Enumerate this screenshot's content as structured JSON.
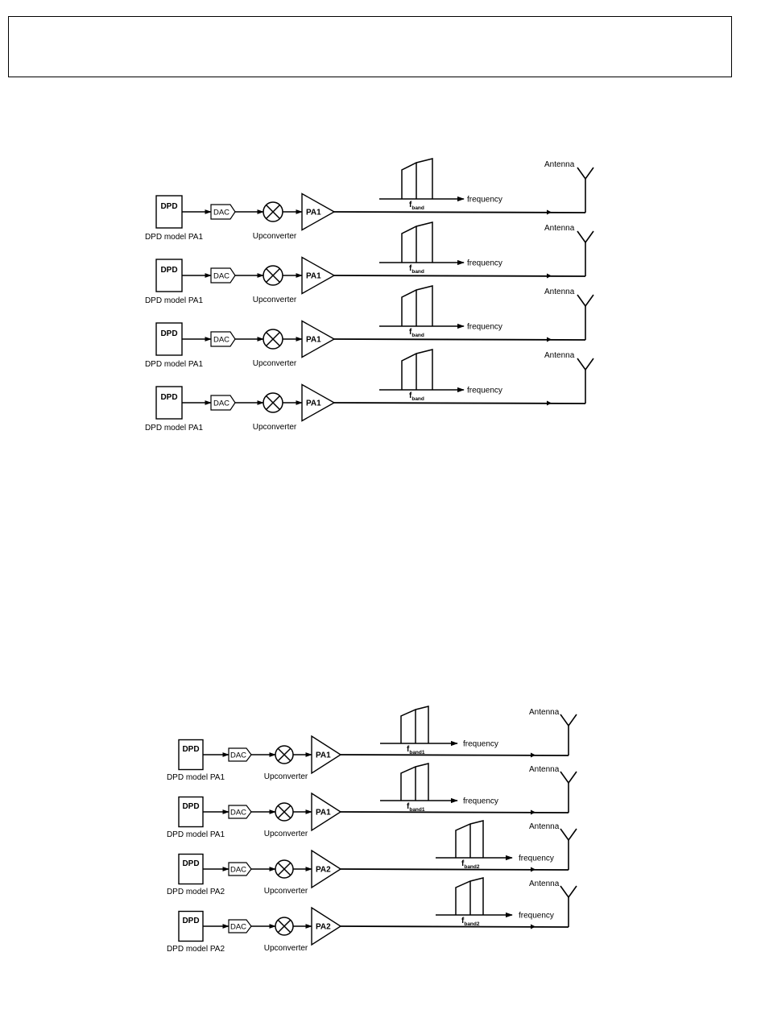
{
  "header_box": {
    "text": ""
  },
  "labels": {
    "dpd": "DPD",
    "dac": "DAC",
    "upconverter": "Upconverter",
    "antenna": "Antenna",
    "frequency": "frequency",
    "f": "f"
  },
  "diagrams": [
    {
      "chains": [
        {
          "pa": "PA1",
          "dpd_model": "DPD model PA1",
          "band_sub": "band"
        },
        {
          "pa": "PA1",
          "dpd_model": "DPD model PA1",
          "band_sub": "band"
        },
        {
          "pa": "PA1",
          "dpd_model": "DPD model PA1",
          "band_sub": "band"
        },
        {
          "pa": "PA1",
          "dpd_model": "DPD model PA1",
          "band_sub": "band"
        }
      ]
    },
    {
      "chains": [
        {
          "pa": "PA1",
          "dpd_model": "DPD model PA1",
          "band_sub": "band1"
        },
        {
          "pa": "PA1",
          "dpd_model": "DPD model PA1",
          "band_sub": "band1"
        },
        {
          "pa": "PA2",
          "dpd_model": "DPD model PA2",
          "band_sub": "band2"
        },
        {
          "pa": "PA2",
          "dpd_model": "DPD model PA2",
          "band_sub": "band2"
        }
      ]
    }
  ]
}
